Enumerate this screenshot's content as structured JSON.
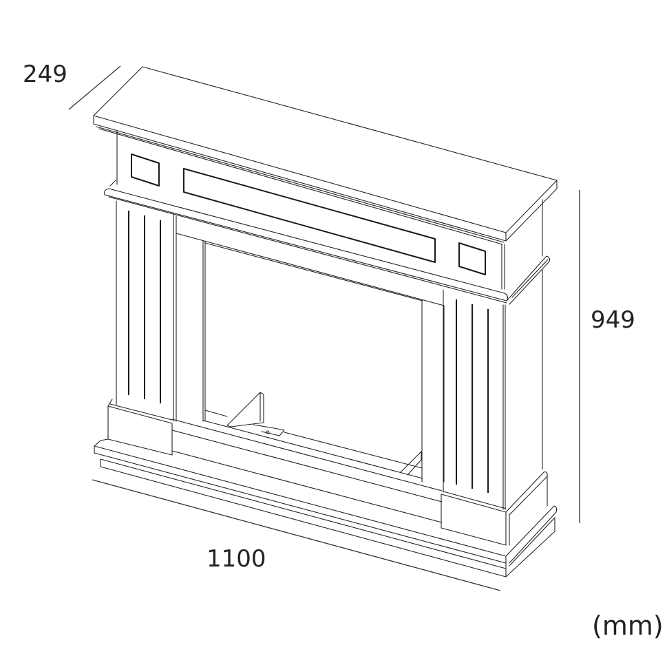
{
  "diagram": {
    "subject": "Fireplace mantel surround – isometric line drawing with overall dimensions",
    "line_color": "#222222",
    "background": "#ffffff",
    "dimensions": {
      "depth": "249",
      "height": "949",
      "width": "1100",
      "unit": "(mm)"
    },
    "parts": [
      "mantel-top-shelf",
      "frieze-with-square-and-long-panels",
      "left-fluted-pilaster",
      "right-fluted-pilaster",
      "inner-opening-frame",
      "plinth-blocks",
      "base-hearth-step",
      "rear-support-bracket"
    ]
  }
}
